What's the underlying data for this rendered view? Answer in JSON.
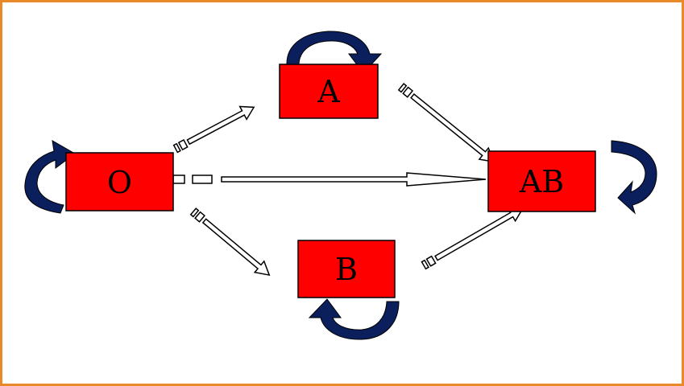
{
  "nodes": [
    {
      "id": "O",
      "label": "O"
    },
    {
      "id": "A",
      "label": "A"
    },
    {
      "id": "B",
      "label": "B"
    },
    {
      "id": "AB",
      "label": "AB"
    }
  ],
  "colors": {
    "node_fill": "#ff0000",
    "self_loop_arrow": "#0a1f5c",
    "frame_border": "#e8892a",
    "transition_arrow_fill": "#ffffff",
    "transition_arrow_stroke": "#000000"
  },
  "edges": [
    {
      "from": "O",
      "to": "A"
    },
    {
      "from": "O",
      "to": "B"
    },
    {
      "from": "O",
      "to": "AB"
    },
    {
      "from": "A",
      "to": "AB"
    },
    {
      "from": "B",
      "to": "AB"
    }
  ],
  "self_loops": [
    "O",
    "A",
    "B",
    "AB"
  ]
}
